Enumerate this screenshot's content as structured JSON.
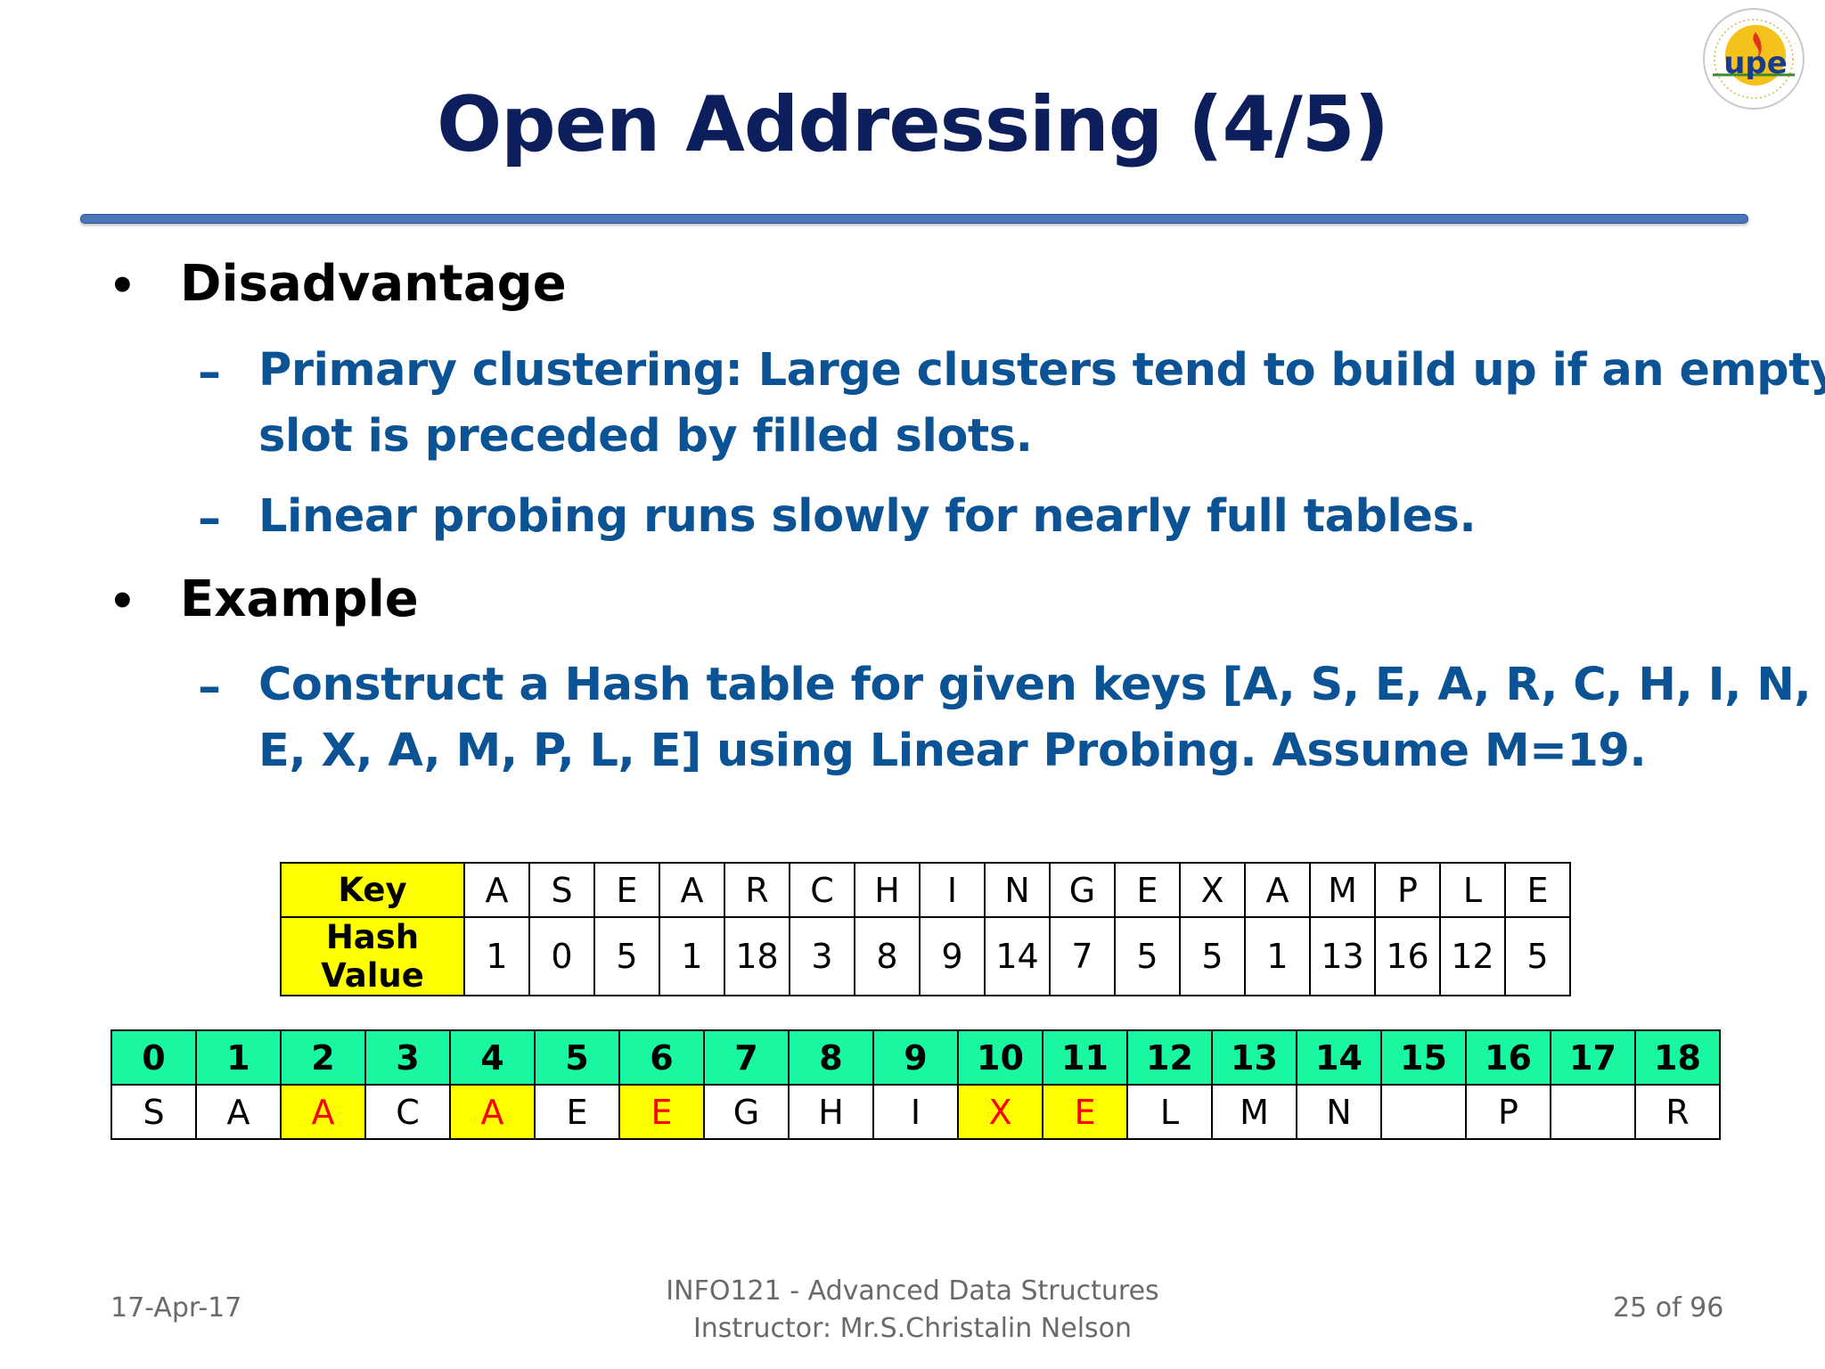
{
  "slide": {
    "title": "Open Addressing (4/5)"
  },
  "bullets": [
    {
      "heading": "Disadvantage",
      "subitems": [
        [
          "Primary clustering: Large clusters tend to build up if an empty",
          "slot is preceded by filled slots."
        ],
        [
          "Linear probing runs slowly for nearly full tables."
        ]
      ]
    },
    {
      "heading": "Example",
      "subitems": [
        [
          "Construct a Hash table for given keys [A, S, E, A, R, C, H, I, N, G,",
          "E, X, A, M, P, L, E] using Linear Probing. Assume M=19."
        ]
      ]
    }
  ],
  "key_table": {
    "key_label": "Key",
    "hash_label": "Hash Value",
    "keys": [
      "A",
      "S",
      "E",
      "A",
      "R",
      "C",
      "H",
      "I",
      "N",
      "G",
      "E",
      "X",
      "A",
      "M",
      "P",
      "L",
      "E"
    ],
    "hashes": [
      "1",
      "0",
      "5",
      "1",
      "18",
      "3",
      "8",
      "9",
      "14",
      "7",
      "5",
      "5",
      "1",
      "13",
      "16",
      "12",
      "5"
    ]
  },
  "slot_table": {
    "indices": [
      "0",
      "1",
      "2",
      "3",
      "4",
      "5",
      "6",
      "7",
      "8",
      "9",
      "10",
      "11",
      "12",
      "13",
      "14",
      "15",
      "16",
      "17",
      "18"
    ],
    "values": [
      "S",
      "A",
      "A",
      "C",
      "A",
      "E",
      "E",
      "G",
      "H",
      "I",
      "X",
      "E",
      "L",
      "M",
      "N",
      "",
      "P",
      "",
      "R"
    ],
    "highlighted": [
      2,
      4,
      6,
      10,
      11
    ],
    "index_color": "#19f7a1",
    "highlight_bg": "#ffff00",
    "highlight_text": "#ff0000"
  },
  "footer": {
    "date": "17-Apr-17",
    "course": "INFO121 - Advanced Data Structures",
    "instructor": "Instructor: Mr.S.Christalin Nelson",
    "page": "25 of 96"
  },
  "logo": {
    "icon": "university-logo-icon",
    "initials": "upe"
  }
}
